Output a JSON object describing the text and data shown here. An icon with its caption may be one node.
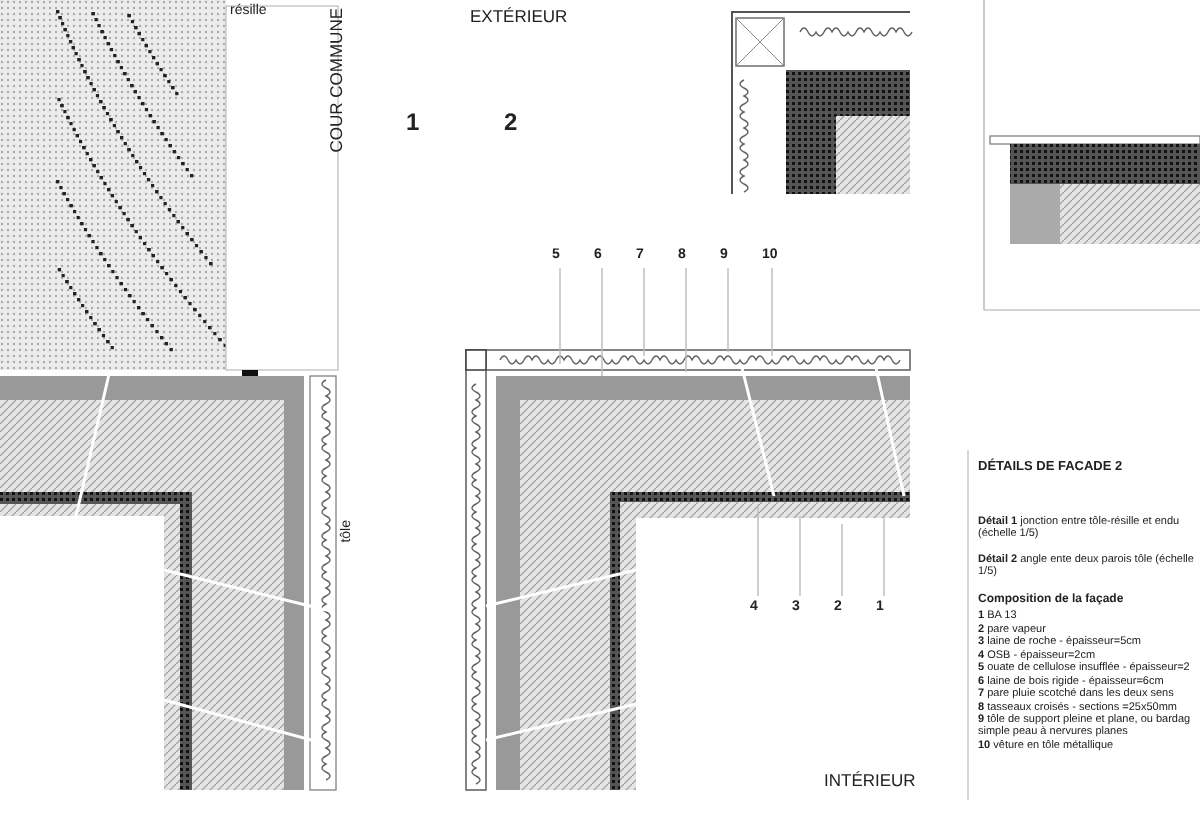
{
  "diagram": {
    "nodes": [
      {
        "text": [
          "5"
        ]
      },
      {
        "text": [
          "6"
        ]
      },
      {
        "text": [
          "7"
        ]
      },
      {
        "text": [
          "8"
        ]
      },
      {
        "text": [
          "9"
        ]
      },
      {
        "text": [
          "10"
        ]
      },
      {
        "text": [
          "4"
        ]
      },
      {
        "text": [
          "3"
        ]
      },
      {
        "text": [
          "2"
        ]
      },
      {
        "text": [
          "1"
        ]
      }
    ],
    "edges": [
      {
        "from": 0,
        "to": null,
        "arrow": "none"
      },
      {
        "from": 1,
        "to": null,
        "arrow": "none"
      },
      {
        "from": 2,
        "to": null,
        "arrow": "none"
      },
      {
        "from": 3,
        "to": null,
        "arrow": "none"
      },
      {
        "from": 4,
        "to": null,
        "arrow": "none"
      },
      {
        "from": 5,
        "to": null,
        "arrow": "none"
      },
      {
        "from": 6,
        "to": null,
        "arrow": "none"
      },
      {
        "from": 7,
        "to": null,
        "arrow": "none"
      },
      {
        "from": 8,
        "to": null,
        "arrow": "none"
      },
      {
        "from": 9,
        "to": null,
        "arrow": "none"
      }
    ],
    "labels": [
      "résille",
      "COUR COMMUNE",
      "EXTÉRIEUR",
      "1",
      "2",
      "tôle",
      "INTÉRIEUR",
      "DÉTAILS DE FACADE 2",
      "**Détail 1** jonction entre tôle-résille et endu (échelle 1/5)",
      "**Détail 2** angle ente deux parois tôle (échelle 1/5)",
      "Composition de la façade",
      "**1** BA 13",
      "**2** pare vapeur",
      "**3** laine de roche - épaisseur=5cm",
      "**4** OSB - épaisseur=2cm",
      "**5** ouate de cellulose insufflée - épaisseur=2",
      "**6** laine de bois rigide - épaisseur=6cm",
      "**7** pare pluie scotché dans les deux sens",
      "**8** tasseaux croisés - sections =25x50mm",
      "**9** tôle de support pleine et plane, ou bardag simple peau à nervures planes",
      "**10** vêture en tôle métallique"
    ]
  }
}
